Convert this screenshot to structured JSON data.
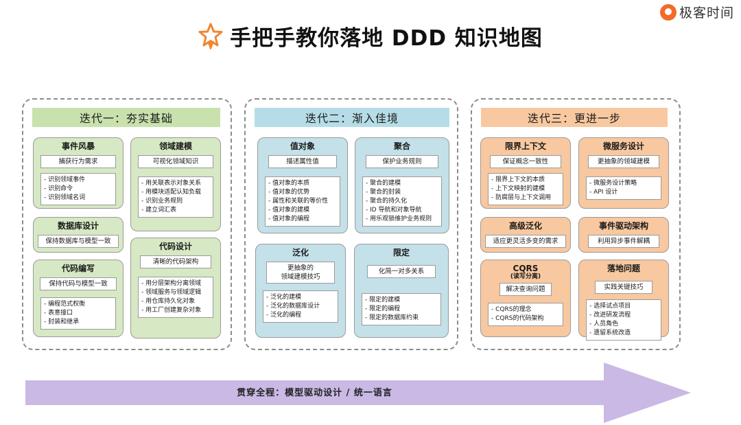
{
  "brand": {
    "name": "极客时间",
    "logo_icon": "geektime-logo-icon",
    "color": "#f26b2a"
  },
  "title": {
    "icon": "star-icon",
    "text": "手把手教你落地 DDD 知识地图"
  },
  "colors": {
    "green": "#d7e8c4",
    "blue": "#c4e0e9",
    "orange": "#f8c8a0",
    "arrow": "#c9b9e4"
  },
  "iterations": [
    {
      "header": "迭代一：夯实基础",
      "cards": [
        {
          "title": "事件风暴",
          "pill": "捕获行为需求",
          "items": [
            "识别领域事件",
            "识别命令",
            "识别领域名词"
          ]
        },
        {
          "title": "领域建模",
          "pill": "可视化领域知识",
          "items": [
            "用关联表示对象关系",
            "用模块适配认知负载",
            "识别业务规则",
            "建立词汇表"
          ]
        },
        {
          "title": "数据库设计",
          "pill": "保持数据库与模型一致"
        },
        {
          "title": "代码设计",
          "pill": "清晰的代码架构",
          "items": [
            "用分层架构分离领域",
            "领域服务与领域逻辑",
            "用仓库持久化对象",
            "用工厂创建复杂对象"
          ]
        },
        {
          "title": "代码编写",
          "pill": "保持代码与模型一致",
          "items": [
            "编程范式权衡",
            "表意接口",
            "封装和继承"
          ]
        }
      ]
    },
    {
      "header": "迭代二：渐入佳境",
      "cards": [
        {
          "title": "值对象",
          "pill": "描述属性值",
          "items": [
            "值对象的本质",
            "值对象的优势",
            "属性和关联的等价性",
            "值对象的建模",
            "值对象的编程"
          ]
        },
        {
          "title": "聚合",
          "pill": "保护业务规则",
          "items": [
            "聚合的建模",
            "聚合的封装",
            "聚合的持久化",
            "ID 导航和对象导航",
            "用乐观锁维护业务规则"
          ]
        },
        {
          "title": "泛化",
          "pill": "更抽象的\n领域建模技巧",
          "items": [
            "泛化的建模",
            "泛化的数据库设计",
            "泛化的编程"
          ]
        },
        {
          "title": "限定",
          "pill": "化简一对多关系",
          "items": [
            "限定的建模",
            "限定的编程",
            "限定的数据库约束"
          ]
        }
      ]
    },
    {
      "header": "迭代三：更进一步",
      "cards": [
        {
          "title": "限界上下文",
          "pill": "保证概念一致性",
          "items": [
            "限界上下文的本质",
            "上下文映射的建模",
            "防腐层与上下文调用"
          ]
        },
        {
          "title": "微服务设计",
          "pill": "更抽象的领域建模",
          "items": [
            "微服务设计策略",
            "API 设计"
          ]
        },
        {
          "title": "高级泛化",
          "pill": "适应更灵活多变的需求"
        },
        {
          "title": "事件驱动架构",
          "pill": "利用异步事件解耦"
        },
        {
          "title": "CQRS",
          "subtitle": "(读写分离)",
          "pill": "解决查询问题",
          "items": [
            "CQRS的理念",
            "CQRS的代码架构"
          ]
        },
        {
          "title": "落地问题",
          "pill": "实践关键技巧",
          "items": [
            "选择试点项目",
            "改进研发流程",
            "人员角色",
            "遗留系统改造"
          ]
        }
      ]
    }
  ],
  "footer": {
    "label": "贯穿全程：模型驱动设计 / 统一语言"
  }
}
